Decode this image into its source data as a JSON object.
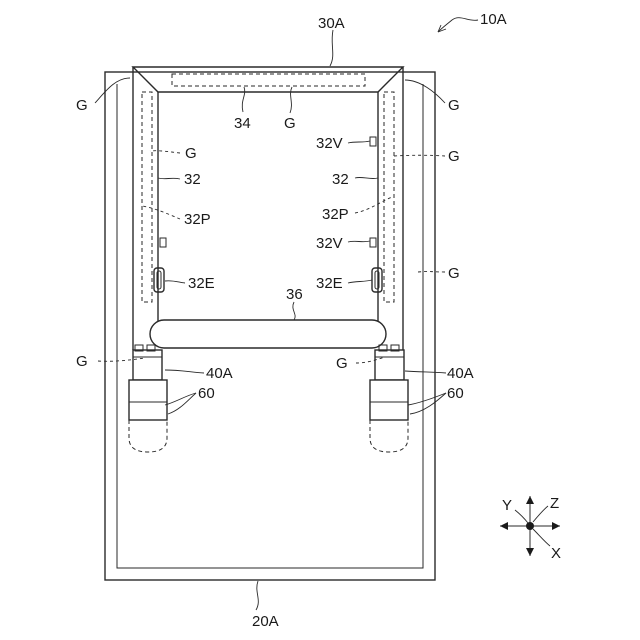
{
  "figure_label": "10A",
  "labels": {
    "top_frame": "30A",
    "base": "20A",
    "gap": "G",
    "window_bar": "34",
    "side_rail": "32",
    "rail_part_p": "32P",
    "rail_part_v": "32V",
    "rail_part_e": "32E",
    "handle_bar": "36",
    "joint": "40A",
    "wheel": "60"
  },
  "axes": {
    "y": "Y",
    "z": "Z",
    "x": "X"
  }
}
